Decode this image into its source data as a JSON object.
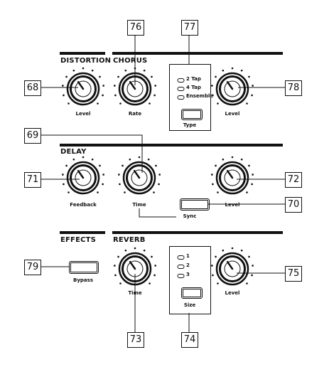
{
  "sections": {
    "distortion": "DISTORTION",
    "chorus": "CHORUS",
    "delay": "DELAY",
    "effects": "EFFECTS",
    "reverb": "REVERB"
  },
  "labels": {
    "distortion_level": "Level",
    "chorus_rate": "Rate",
    "chorus_level": "Level",
    "chorus_type": "Type",
    "delay_feedback": "Feedback",
    "delay_time": "Time",
    "delay_sync": "Sync",
    "delay_level": "Level",
    "effects_bypass": "Bypass",
    "reverb_time": "Time",
    "reverb_size": "Size",
    "reverb_level": "Level"
  },
  "chorus_types": [
    "2 Tap",
    "4 Tap",
    "Ensemble"
  ],
  "reverb_sizes": [
    "1",
    "2",
    "3"
  ],
  "callouts": {
    "c68": "68",
    "c69": "69",
    "c70": "70",
    "c71": "71",
    "c72": "72",
    "c73": "73",
    "c74": "74",
    "c75": "75",
    "c76": "76",
    "c77": "77",
    "c78": "78",
    "c79": "79"
  },
  "colors": {
    "ink": "#111111",
    "background": "#ffffff"
  }
}
